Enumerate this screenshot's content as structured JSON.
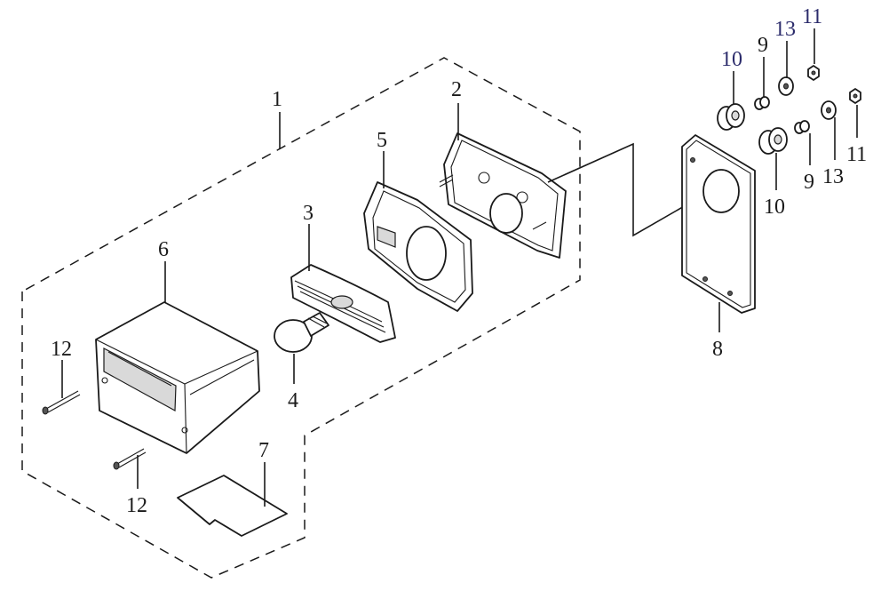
{
  "diagram": {
    "type": "exploded-parts-view",
    "callouts": {
      "assembly": "1",
      "housing_base": "2",
      "reflector": "3",
      "bulb": "4",
      "gasket": "5",
      "lens_cover": "6",
      "plate": "7",
      "mounting_bracket": "8",
      "spacer_upper": "9",
      "spacer_lower": "9",
      "grommet_upper": "10",
      "grommet_lower": "10",
      "nut_upper": "11",
      "nut_lower": "11",
      "screw_upper": "12",
      "screw_lower": "12",
      "washer_upper": "13",
      "washer_lower": "13"
    }
  }
}
